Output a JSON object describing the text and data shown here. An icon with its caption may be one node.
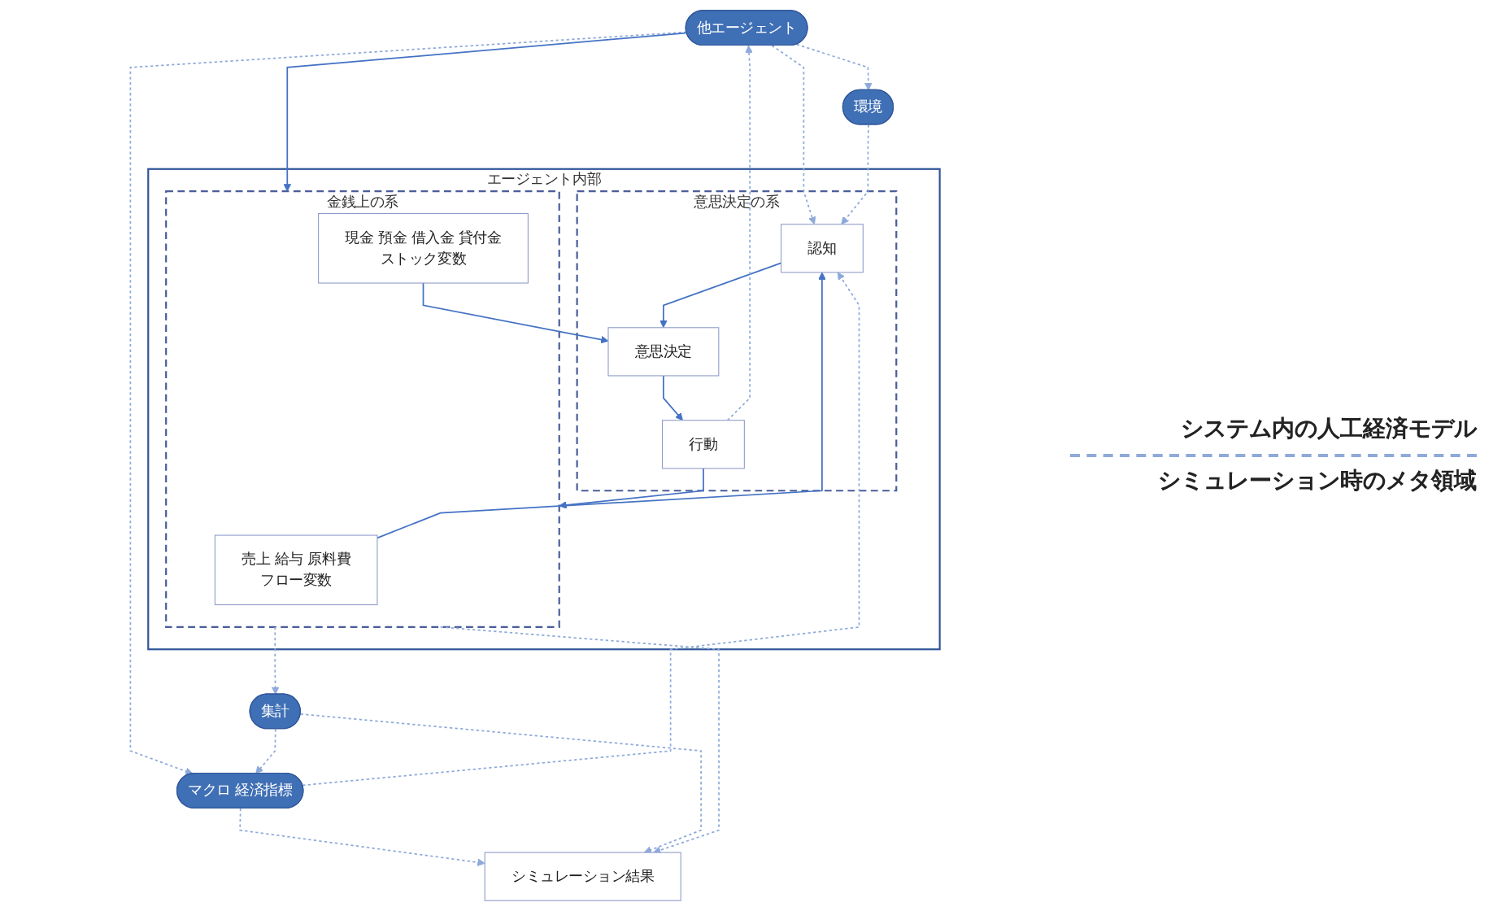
{
  "diagram": {
    "nodes": [
      {
        "text": [
          "他エージェント"
        ]
      },
      {
        "text": [
          "環境"
        ]
      },
      {
        "text": [
          "マクロ 経済指標"
        ]
      },
      {
        "text": [
          "集計"
        ]
      },
      {
        "text": [
          "エージェント内部"
        ]
      },
      {
        "text": [
          "意思決定の系"
        ],
        "in": 4
      },
      {
        "text": [
          "認知"
        ],
        "in": 5
      },
      {
        "text": [
          "意思決定"
        ],
        "in": 5
      },
      {
        "text": [
          "行動"
        ],
        "in": 5
      },
      {
        "text": [
          "金銭上の系"
        ],
        "in": 4
      },
      {
        "text": [
          "売上 給与 原料費",
          "フロー変数"
        ],
        "in": 9
      },
      {
        "text": [
          "現金 預金 借入金 貸付金",
          "ストック変数"
        ],
        "in": 9
      },
      {
        "text": [
          "シミュレーション結果"
        ]
      }
    ],
    "edges": [
      {
        "from": 6,
        "to": 7,
        "arrow": "to"
      },
      {
        "from": 7,
        "to": 8,
        "arrow": "to"
      },
      {
        "from": 8,
        "to": 9,
        "arrow": "to"
      },
      {
        "from": 10,
        "to": 6,
        "arrow": "to"
      },
      {
        "from": 11,
        "to": 7,
        "arrow": "to"
      },
      {
        "from": 0,
        "to": 9,
        "arrow": "to"
      },
      {
        "from": 8,
        "to": 0,
        "arrow": "to",
        "style": "dashed",
        "color": "#8eaadb"
      },
      {
        "from": 0,
        "to": 1,
        "arrow": "to",
        "style": "dashed",
        "color": "#8eaadb"
      },
      {
        "from": 0,
        "to": 6,
        "arrow": "to",
        "style": "dashed",
        "color": "#8eaadb"
      },
      {
        "from": 1,
        "to": 6,
        "arrow": "to",
        "style": "dashed",
        "color": "#8eaadb"
      },
      {
        "from": 0,
        "to": 2,
        "arrow": "to",
        "style": "dashed",
        "color": "#8eaadb"
      },
      {
        "from": 2,
        "to": 6,
        "arrow": "to",
        "style": "dashed",
        "color": "#8eaadb"
      },
      {
        "from": 3,
        "to": 2,
        "arrow": "to",
        "style": "dashed",
        "color": "#8eaadb"
      },
      {
        "from": 9,
        "to": 3,
        "arrow": "to",
        "style": "dashed",
        "color": "#8eaadb"
      },
      {
        "from": 2,
        "to": 12,
        "arrow": "to",
        "style": "dashed",
        "color": "#8eaadb"
      },
      {
        "from": 3,
        "to": 12,
        "arrow": "to",
        "style": "dashed",
        "color": "#8eaadb"
      },
      {
        "from": 9,
        "to": 12,
        "arrow": "to",
        "style": "dashed",
        "color": "#8eaadb"
      }
    ],
    "labels": [
      "システム内の人工経済モデル",
      "シミュレーション時のメタ領域"
    ]
  }
}
